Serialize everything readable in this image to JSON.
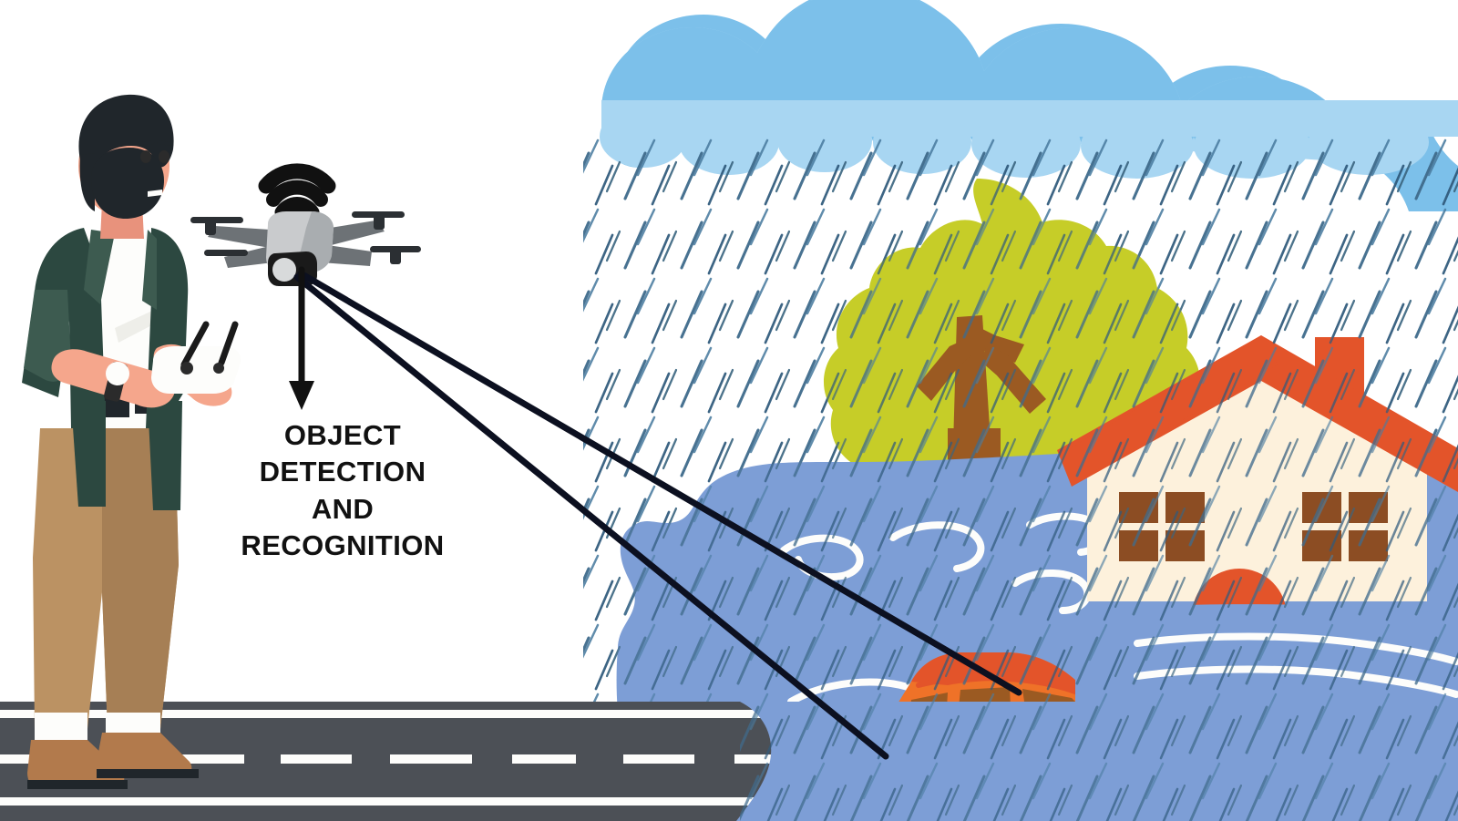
{
  "illustration": {
    "title": "Drone-based flood object detection and recognition scene",
    "background_color": "#ffffff"
  },
  "caption": {
    "text": "OBJECT\nDETECTION\nAND\nRECOGNITION",
    "lines": [
      "OBJECT",
      "DETECTION",
      "AND",
      "RECOGNITION"
    ],
    "color": "#111111"
  },
  "operator": {
    "name": "drone-operator",
    "hair_color": "#20262b",
    "beard_color": "#20262b",
    "skin_color": "#f5a68c",
    "skin_shadow": "#e8927c",
    "jacket_color": "#2c4840",
    "jacket_shade": "#3d5b50",
    "shirt_color": "#fdfdfb",
    "pants_color": "#bb9263",
    "pants_shade": "#a67f55",
    "belt_color": "#20262b",
    "shoe_color": "#b27a4c",
    "sock_color": "#fdfdfb",
    "watch_color": "#2b2b2b"
  },
  "controller": {
    "name": "remote-controller",
    "body_color": "#fdfdfb",
    "antenna_color": "#1a1a1a",
    "stick_color": "#2b2b2b"
  },
  "drone": {
    "name": "quadcopter-drone",
    "body_color": "#c9cbcd",
    "arm_color": "#6d7276",
    "rotor_color": "#2b2f33",
    "camera_color": "#1a1a1a",
    "lens_color": "#d8dadb",
    "signal_icon": "wifi-signal-icon",
    "signal_color": "#111111"
  },
  "detection": {
    "arrow_color": "#111111",
    "beam_color": "#0c1020",
    "beam_count": 2,
    "arrow_label": "down-arrow-to-caption"
  },
  "road": {
    "name": "asphalt-road",
    "surface_color": "#4c5056",
    "line_color": "#fdfdfb",
    "dash_count": 9
  },
  "sky": {
    "cloud_color": "#a8d6f2",
    "cloud_shadow": "#7cc0ea",
    "rain_color": "#3f6b8c",
    "rain_streak_count": 170
  },
  "flood": {
    "name": "flood-water",
    "water_color": "#7d9ed6",
    "ripple_color": "#fdfdfb"
  },
  "tree": {
    "name": "submerged-tree",
    "canopy_color": "#c6cd28",
    "trunk_color": "#9b5a22"
  },
  "house": {
    "name": "flooded-house",
    "wall_color": "#fdf1dc",
    "roof_color": "#e3542a",
    "chimney_color": "#e3542a",
    "window_color": "#8c4d23",
    "window_frame_color": "#fdf1dc",
    "door_color": "#e3542a",
    "window_count": 2
  },
  "car": {
    "name": "submerged-car",
    "body_color": "#ef7228",
    "body_shade": "#e3542a",
    "window_color": "#9b5a22"
  }
}
